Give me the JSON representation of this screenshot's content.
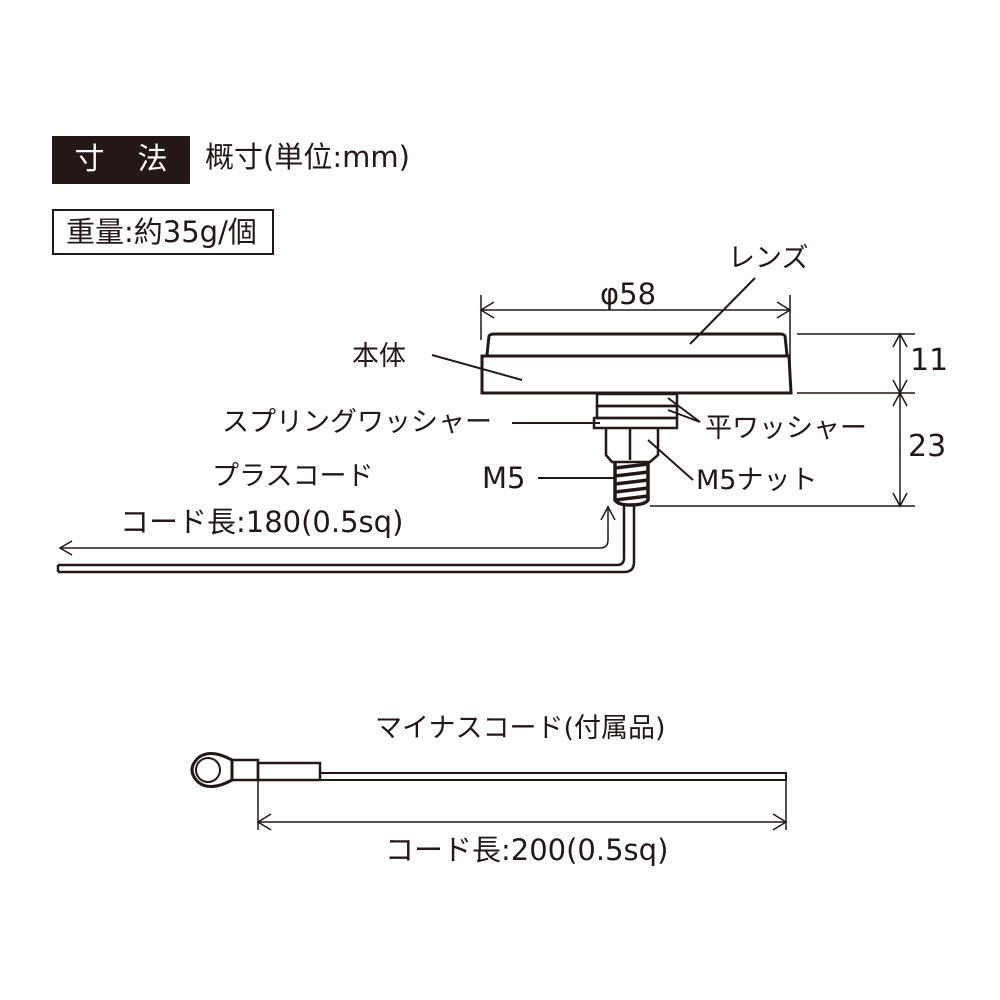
{
  "header": {
    "title_chars": [
      "寸",
      "法"
    ],
    "subtitle": "概寸(単位:mm)",
    "weight": "重量:約35g/個"
  },
  "diagram": {
    "colors": {
      "line": "#231815",
      "fill": "#ffffff",
      "title_bg": "#231815",
      "title_text": "#ffffff"
    },
    "labels": {
      "lens": "レンズ",
      "diameter": "φ58",
      "body": "本体",
      "spring_washer": "スプリングワッシャー",
      "flat_washer": "平ワッシャー",
      "m5": "M5",
      "m5_nut": "M5ナット",
      "plus_cord": "プラスコード",
      "plus_cord_length": "コード長:180(0.5sq)",
      "height_top": "11",
      "height_bottom": "23",
      "minus_cord": "マイナスコード(付属品)",
      "minus_cord_length": "コード長:200(0.5sq)"
    },
    "dimensions": {
      "diameter_mm": 58,
      "lens_body_height_mm": 11,
      "bolt_height_mm": 23,
      "plus_cord_length_mm": 180,
      "minus_cord_length_mm": 200,
      "wire_gauge": "0.5sq",
      "thread": "M5"
    }
  }
}
